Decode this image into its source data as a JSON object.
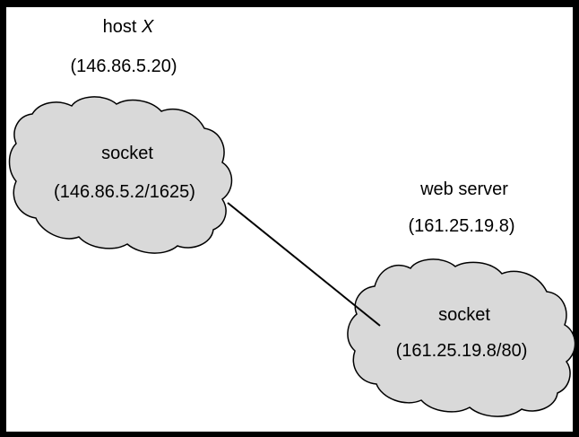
{
  "diagram": {
    "host": {
      "title_prefix": "host ",
      "title_variable": "X",
      "address": "(146.86.5.20)",
      "socket_label": "socket",
      "socket_address": "(146.86.5.2/1625)"
    },
    "server": {
      "title": "web server",
      "address": "(161.25.19.8)",
      "socket_label": "socket",
      "socket_address": "(161.25.19.8/80)"
    },
    "colors": {
      "background": "#ffffff",
      "border": "#000000",
      "cloud_fill": "#d9d9d9",
      "cloud_stroke": "#000000",
      "line": "#000000"
    }
  }
}
